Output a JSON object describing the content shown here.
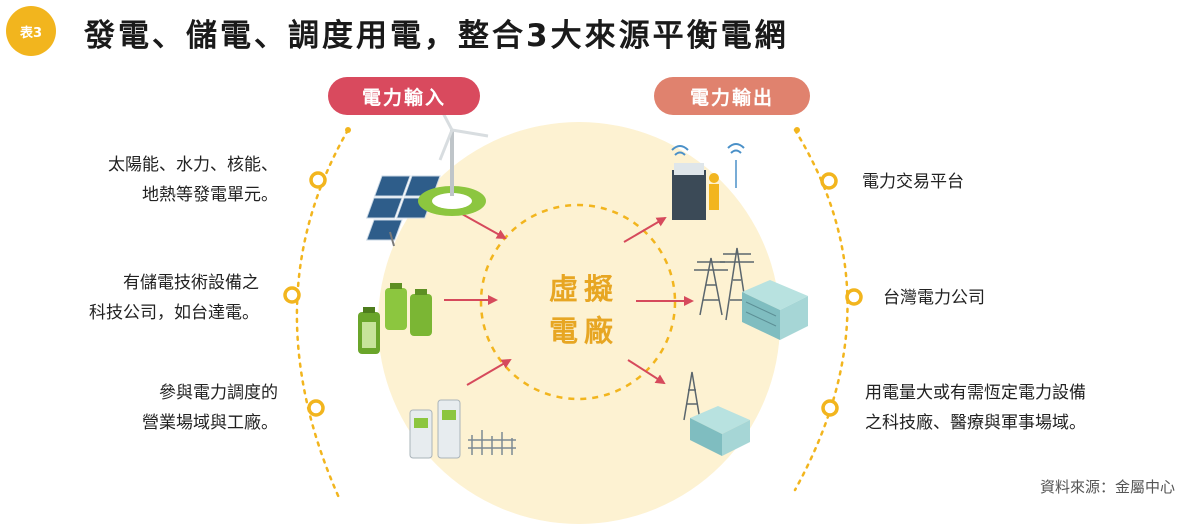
{
  "header": {
    "badge": "表3",
    "title": "發電、儲電、調度用電，整合3大來源平衡電網"
  },
  "input_label": "電力輸入",
  "output_label": "電力輸出",
  "hub": {
    "line1": "虛擬",
    "line2": "電廠"
  },
  "inputs": [
    {
      "line1": "太陽能、水力、核能、",
      "line2": "地熱等發電單元。"
    },
    {
      "line1": "有儲電技術設備之",
      "line2": "科技公司，如台達電。"
    },
    {
      "line1": "參與電力調度的",
      "line2": "營業場域與工廠。"
    }
  ],
  "outputs": [
    {
      "line1": "電力交易平台"
    },
    {
      "line1": "台灣電力公司"
    },
    {
      "line1": "用電量大或有需恆定電力設備",
      "line2": "之科技廠、醫療與軍事場域。"
    }
  ],
  "source": "資料來源：金屬中心",
  "colors": {
    "badge": "#f2b51e",
    "input_pill": "#d94a5e",
    "output_pill": "#e0826e",
    "hub_text": "#e7a623",
    "dotted_arc": "#f2b51e",
    "arrow": "#d64a5c",
    "hub_fill": "#fdf2d2"
  },
  "icons": [
    "solar-panel-icon",
    "wind-turbine-icon",
    "battery-icon",
    "ev-charger-icon",
    "substation-icon",
    "trading-terminal-icon",
    "power-tower-icon",
    "office-building-icon",
    "factory-building-icon"
  ]
}
